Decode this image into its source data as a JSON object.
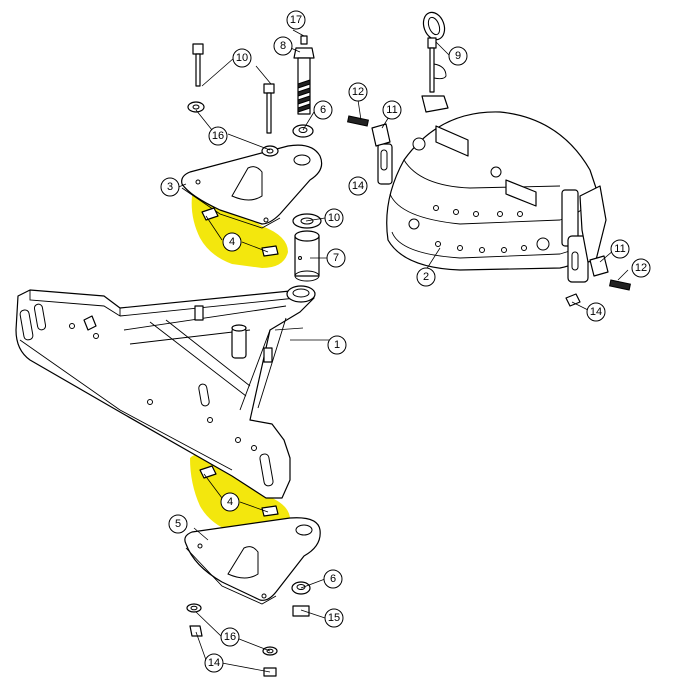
{
  "colors": {
    "line": "#000000",
    "background": "#ffffff",
    "highlight": "#f2e600"
  },
  "callouts": {
    "c1": "1",
    "c2": "2",
    "c3": "3",
    "c4a": "4",
    "c4b": "4",
    "c5": "5",
    "c6a": "6",
    "c6b": "6",
    "c7": "7",
    "c8": "8",
    "c9": "9",
    "c10a": "10",
    "c10b": "10",
    "c11a": "11",
    "c11b": "11",
    "c12a": "12",
    "c12b": "12",
    "c14a": "14",
    "c14b": "14",
    "c14c": "14",
    "c15": "15",
    "c16a": "16",
    "c16b": "16",
    "c17": "17"
  }
}
